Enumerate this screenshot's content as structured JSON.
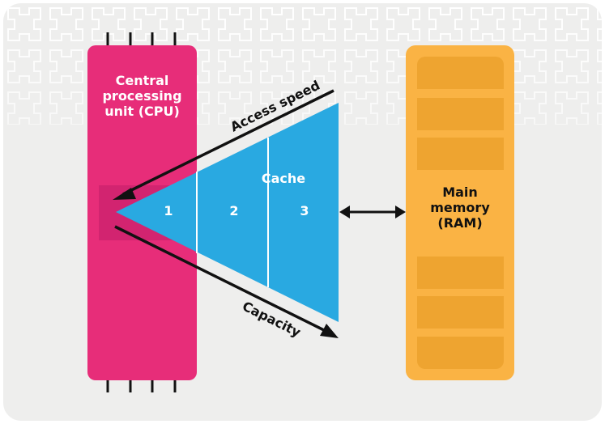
{
  "diagram": {
    "cpu": {
      "label_line1": "Central",
      "label_line2": "processing",
      "label_line3": "unit (CPU)",
      "color": "#e72d79",
      "core_color": "#d22470"
    },
    "cache": {
      "label": "Cache",
      "levels": [
        "1",
        "2",
        "3"
      ],
      "color": "#29a9e1"
    },
    "ram": {
      "label_line1": "Main",
      "label_line2": "memory",
      "label_line3": "(RAM)",
      "color": "#fab344",
      "slot_color": "#eea430"
    },
    "arrows": {
      "access_speed": "Access speed",
      "capacity": "Capacity"
    },
    "background_color": "#eeeeed"
  }
}
